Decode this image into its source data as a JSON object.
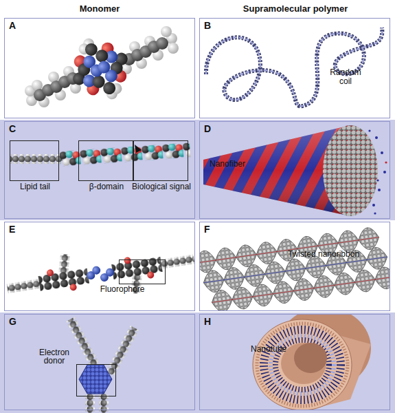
{
  "diagram": {
    "nodes": [
      {
        "text": [
          "A"
        ]
      },
      {
        "text": [
          "B",
          "Random coil"
        ]
      },
      {
        "text": [
          "C"
        ]
      },
      {
        "text": [
          "Lipid tail"
        ],
        "in": 2
      },
      {
        "text": [
          "β-domain"
        ],
        "in": 2
      },
      {
        "text": [
          "Biological signal"
        ],
        "in": 2
      },
      {
        "text": [
          "D",
          "Nanofiber"
        ]
      },
      {
        "text": [
          "E"
        ]
      },
      {
        "text": [
          "Fluorophore"
        ],
        "in": 7
      },
      {
        "text": [
          "F",
          "Twisted nanoribbon"
        ]
      },
      {
        "text": [
          "G"
        ]
      },
      {
        "text": [
          "Electron donor"
        ],
        "in": 10
      },
      {
        "text": [
          "H",
          "Nanotube"
        ]
      }
    ],
    "labels": [
      "Monomer",
      "Supramolecular polymer"
    ]
  }
}
